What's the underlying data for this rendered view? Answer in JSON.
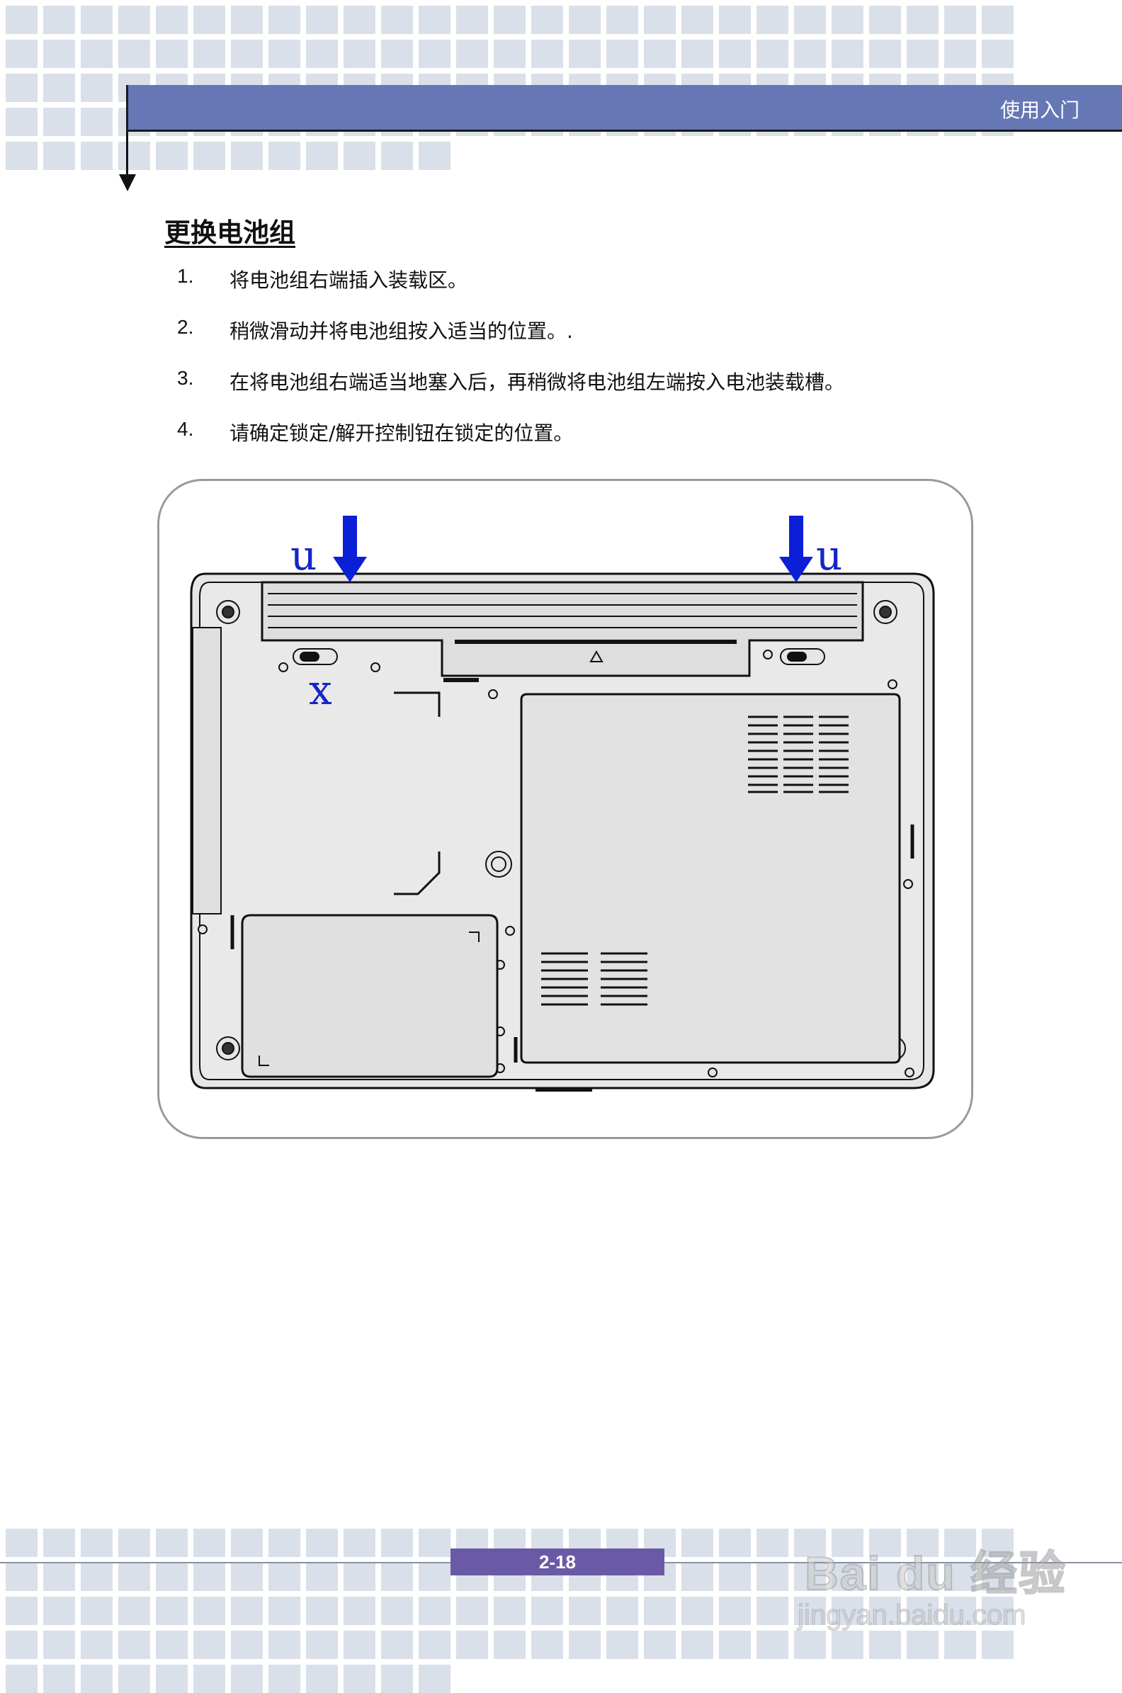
{
  "header": {
    "title": "使用入门"
  },
  "section": {
    "title": "更换电池组"
  },
  "steps": [
    {
      "num": "1.",
      "text": "将电池组右端插入装载区。"
    },
    {
      "num": "2.",
      "text": "稍微滑动并将电池组按入适当的位置。."
    },
    {
      "num": "3.",
      "text": "在将电池组右端适当地塞入后，再稍微将电池组左端按入电池装载槽。"
    },
    {
      "num": "4.",
      "text": "请确定锁定/解开控制钮在锁定的位置。"
    }
  ],
  "figure": {
    "label_left_arrow": "u",
    "label_right_arrow": "u",
    "label_lock": "x",
    "arrow_color": "#0a1fd6",
    "label_color": "#1426c8"
  },
  "footer": {
    "page_number": "2-18"
  },
  "watermark": {
    "brand": "Bai du 经验",
    "url": "jingyan.baidu.com"
  },
  "colors": {
    "header_bar": "#6577b4",
    "tile": "#d9e0e9",
    "page_number_bar": "#6a5aa6"
  }
}
